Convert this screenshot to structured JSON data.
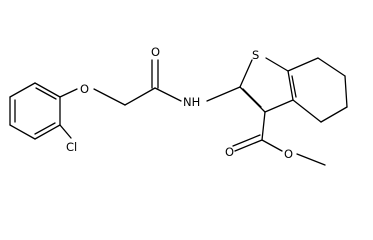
{
  "molecule": {
    "atoms": {
      "oxygen_carbonyl": "O",
      "oxygen_ether": "O",
      "oxygen_ester_carbonyl": "O",
      "oxygen_ester": "O",
      "sulfur": "S",
      "amide_nh": "NH",
      "chlorine": "Cl"
    }
  }
}
